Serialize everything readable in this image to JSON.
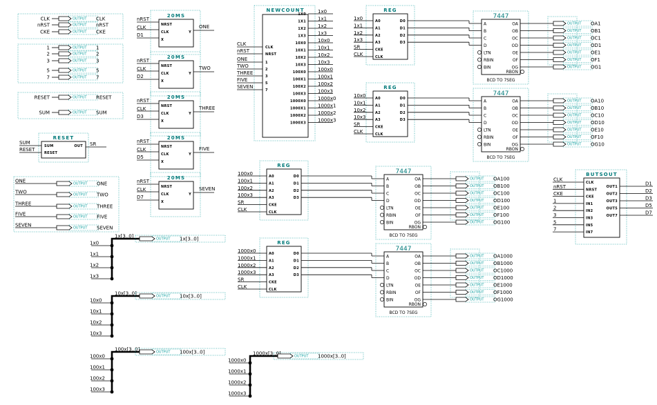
{
  "io_pins": {
    "top": [
      {
        "name": "CLK",
        "out": "CLK"
      },
      {
        "name": "nRST",
        "out": "nRST"
      },
      {
        "name": "CKE",
        "out": "CKE"
      }
    ],
    "digits": [
      {
        "name": "1",
        "out": "1"
      },
      {
        "name": "2",
        "out": "2"
      },
      {
        "name": "3",
        "out": "3"
      },
      {
        "name": "5",
        "out": "5"
      },
      {
        "name": "7",
        "out": "7"
      }
    ],
    "reset": {
      "name": "RESET",
      "out": "RESET"
    },
    "sum": {
      "name": "SUM",
      "out": "SUM"
    },
    "words": [
      {
        "name": "ONE",
        "out": "ONE"
      },
      {
        "name": "TWO",
        "out": "TWO"
      },
      {
        "name": "THREE",
        "out": "THREE"
      },
      {
        "name": "FIVE",
        "out": "FIVE"
      },
      {
        "name": "SEVEN",
        "out": "SEVEN"
      }
    ]
  },
  "reset_block": {
    "title": "RESET",
    "inputs": [
      "SUM",
      "RESET"
    ],
    "ports_in": [
      "SUM",
      "RESET"
    ],
    "port_out": "OUT",
    "output": "SR"
  },
  "two_ms_blocks": [
    {
      "title": "20MS",
      "nrst": "nRST",
      "clk": "CLK",
      "d": "D1",
      "output": "ONE"
    },
    {
      "title": "20MS",
      "nrst": "nRST",
      "clk": "CLK",
      "d": "D2",
      "output": "TWO"
    },
    {
      "title": "20MS",
      "nrst": "nRST",
      "clk": "CLK",
      "d": "D3",
      "output": "THREE"
    },
    {
      "title": "20MS",
      "nrst": "nRST",
      "clk": "CLK",
      "d": "D5",
      "output": "FIVE"
    },
    {
      "title": "20MS",
      "nrst": "nRST",
      "clk": "CLK",
      "d": "D7",
      "output": "SEVEN"
    }
  ],
  "two_ms_ports": {
    "nrst": "NRST",
    "clk": "CLK",
    "x": "X",
    "y": "Y"
  },
  "newcount": {
    "title": "NEWCOUNT",
    "inputs": [
      "CLK",
      "nRST",
      "ONE",
      "TWO",
      "THREE",
      "FIVE",
      "SEVEN"
    ],
    "ports_in": [
      "CLK",
      "NRST",
      "1",
      "2",
      "3",
      "5",
      "7"
    ],
    "ports_out": [
      "1X0",
      "1X1",
      "1X2",
      "1X3",
      "10X0",
      "10X1",
      "10X2",
      "10X3",
      "100X0",
      "100X1",
      "100X2",
      "100X3",
      "1000X0",
      "1000X1",
      "1000X2",
      "1000X3"
    ],
    "outputs": [
      "1x0",
      "1x1",
      "1x2",
      "1x3",
      "10x0",
      "10x1",
      "10x2",
      "10x3",
      "100x0",
      "100x1",
      "100x2",
      "100x3",
      "1000x0",
      "1000x1",
      "1000x2",
      "1000x3"
    ]
  },
  "reg_ports": {
    "in": [
      "A0",
      "A1",
      "A2",
      "A3",
      "CKE",
      "CLK"
    ],
    "out": [
      "D0",
      "D1",
      "D2",
      "D3"
    ]
  },
  "reg_blocks": [
    {
      "title": "REG",
      "inputs": [
        "1x0",
        "1x1",
        "1x2",
        "1x3",
        "SR",
        "CLK"
      ]
    },
    {
      "title": "REG",
      "inputs": [
        "10x0",
        "10x1",
        "10x2",
        "10x3",
        "SR",
        "CLK"
      ]
    },
    {
      "title": "REG",
      "inputs": [
        "100x0",
        "100x1",
        "100x2",
        "100x3",
        "SR",
        "CLK"
      ]
    },
    {
      "title": "REG",
      "inputs": [
        "1000x0",
        "1000x1",
        "1000x2",
        "1000x3",
        "SR",
        "CLK"
      ]
    }
  ],
  "bcd": {
    "title": "7447",
    "caption": "BCD TO 7SEG",
    "ports_in": [
      "A",
      "B",
      "C",
      "D",
      "LTN",
      "RBIN",
      "BIN"
    ],
    "ports_out": [
      "OA",
      "OB",
      "OC",
      "OD",
      "OE",
      "OF",
      "OG"
    ],
    "rbon": "RBON"
  },
  "bcd_outputs": [
    [
      "OA1",
      "OB1",
      "OC1",
      "OD1",
      "OE1",
      "OF1",
      "OG1"
    ],
    [
      "OA10",
      "OB10",
      "OC10",
      "OD10",
      "OE10",
      "OF10",
      "OG10"
    ],
    [
      "OA100",
      "OB100",
      "OC100",
      "OD100",
      "OE100",
      "OF100",
      "OG100"
    ],
    [
      "OA1000",
      "OB1000",
      "OC1000",
      "OD1000",
      "OE1000",
      "OF1000",
      "OG1000"
    ]
  ],
  "butsout": {
    "title": "BUTSOUT",
    "inputs": [
      "CLK",
      "nRST",
      "CKE",
      "1",
      "2",
      "3",
      "5",
      "7"
    ],
    "ports_in": [
      "CLK",
      "NRST",
      "CKE",
      "IN1",
      "IN2",
      "IN3",
      "IN5",
      "IN7"
    ],
    "ports_out": [
      "OUT1",
      "OUT2",
      "OUT3",
      "OUT5",
      "OUT7"
    ],
    "outputs": [
      "D1",
      "D2",
      "D3",
      "D5",
      "D7"
    ]
  },
  "buses": [
    {
      "label": "1x[3..0]",
      "out": "1x[3..0]",
      "taps": [
        "1x0",
        "1x1",
        "1x2",
        "1x3"
      ]
    },
    {
      "label": "10x[3..0]",
      "out": "10x[3..0]",
      "taps": [
        "10x0",
        "10x1",
        "10x2",
        "10x3"
      ]
    },
    {
      "label": "100x[3..0]",
      "out": "100x[3..0]",
      "taps": [
        "100x0",
        "100x1",
        "100x2",
        "100x3"
      ]
    },
    {
      "label": "1000x[3..0]",
      "out": "1000x[3..0]",
      "taps": [
        "1000x0",
        "1000x1",
        "1000x2",
        "1000x3"
      ]
    }
  ],
  "ghost_pin_text": "OUTPUT",
  "colors": {
    "frame": "#2aa8a8",
    "title": "#007a7a",
    "wire": "#000000",
    "bus": "#000000"
  }
}
